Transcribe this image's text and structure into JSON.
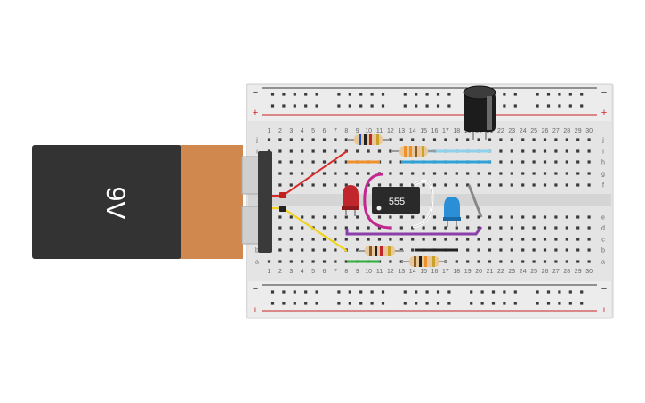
{
  "battery": {
    "label": "9V",
    "body_color": "#333333",
    "cap_color": "#d0884e"
  },
  "ic": {
    "label": "555"
  },
  "breadboard": {
    "columns": 30,
    "row_letters_top": [
      "j",
      "i",
      "h",
      "g",
      "f"
    ],
    "row_letters_bottom": [
      "e",
      "d",
      "c",
      "b",
      "a"
    ],
    "rail_minus": "−",
    "rail_plus": "+",
    "rail_colors": {
      "negative": "#333333",
      "positive": "#cc2222"
    }
  },
  "components": {
    "red_led": {
      "color": "#c0262b"
    },
    "blue_led": {
      "color": "#2b8fd8"
    },
    "capacitor": {
      "color": "#1c1c1c"
    }
  },
  "wire_colors": {
    "red": "#d42a2a",
    "yellow": "#f2d21c",
    "orange": "#f0902a",
    "light_blue": "#2fa3d8",
    "purple": "#8b3fa8",
    "magenta": "#c2288f",
    "white": "#ffffff",
    "green": "#2fae3c",
    "black": "#222222",
    "gray": "#888888"
  }
}
